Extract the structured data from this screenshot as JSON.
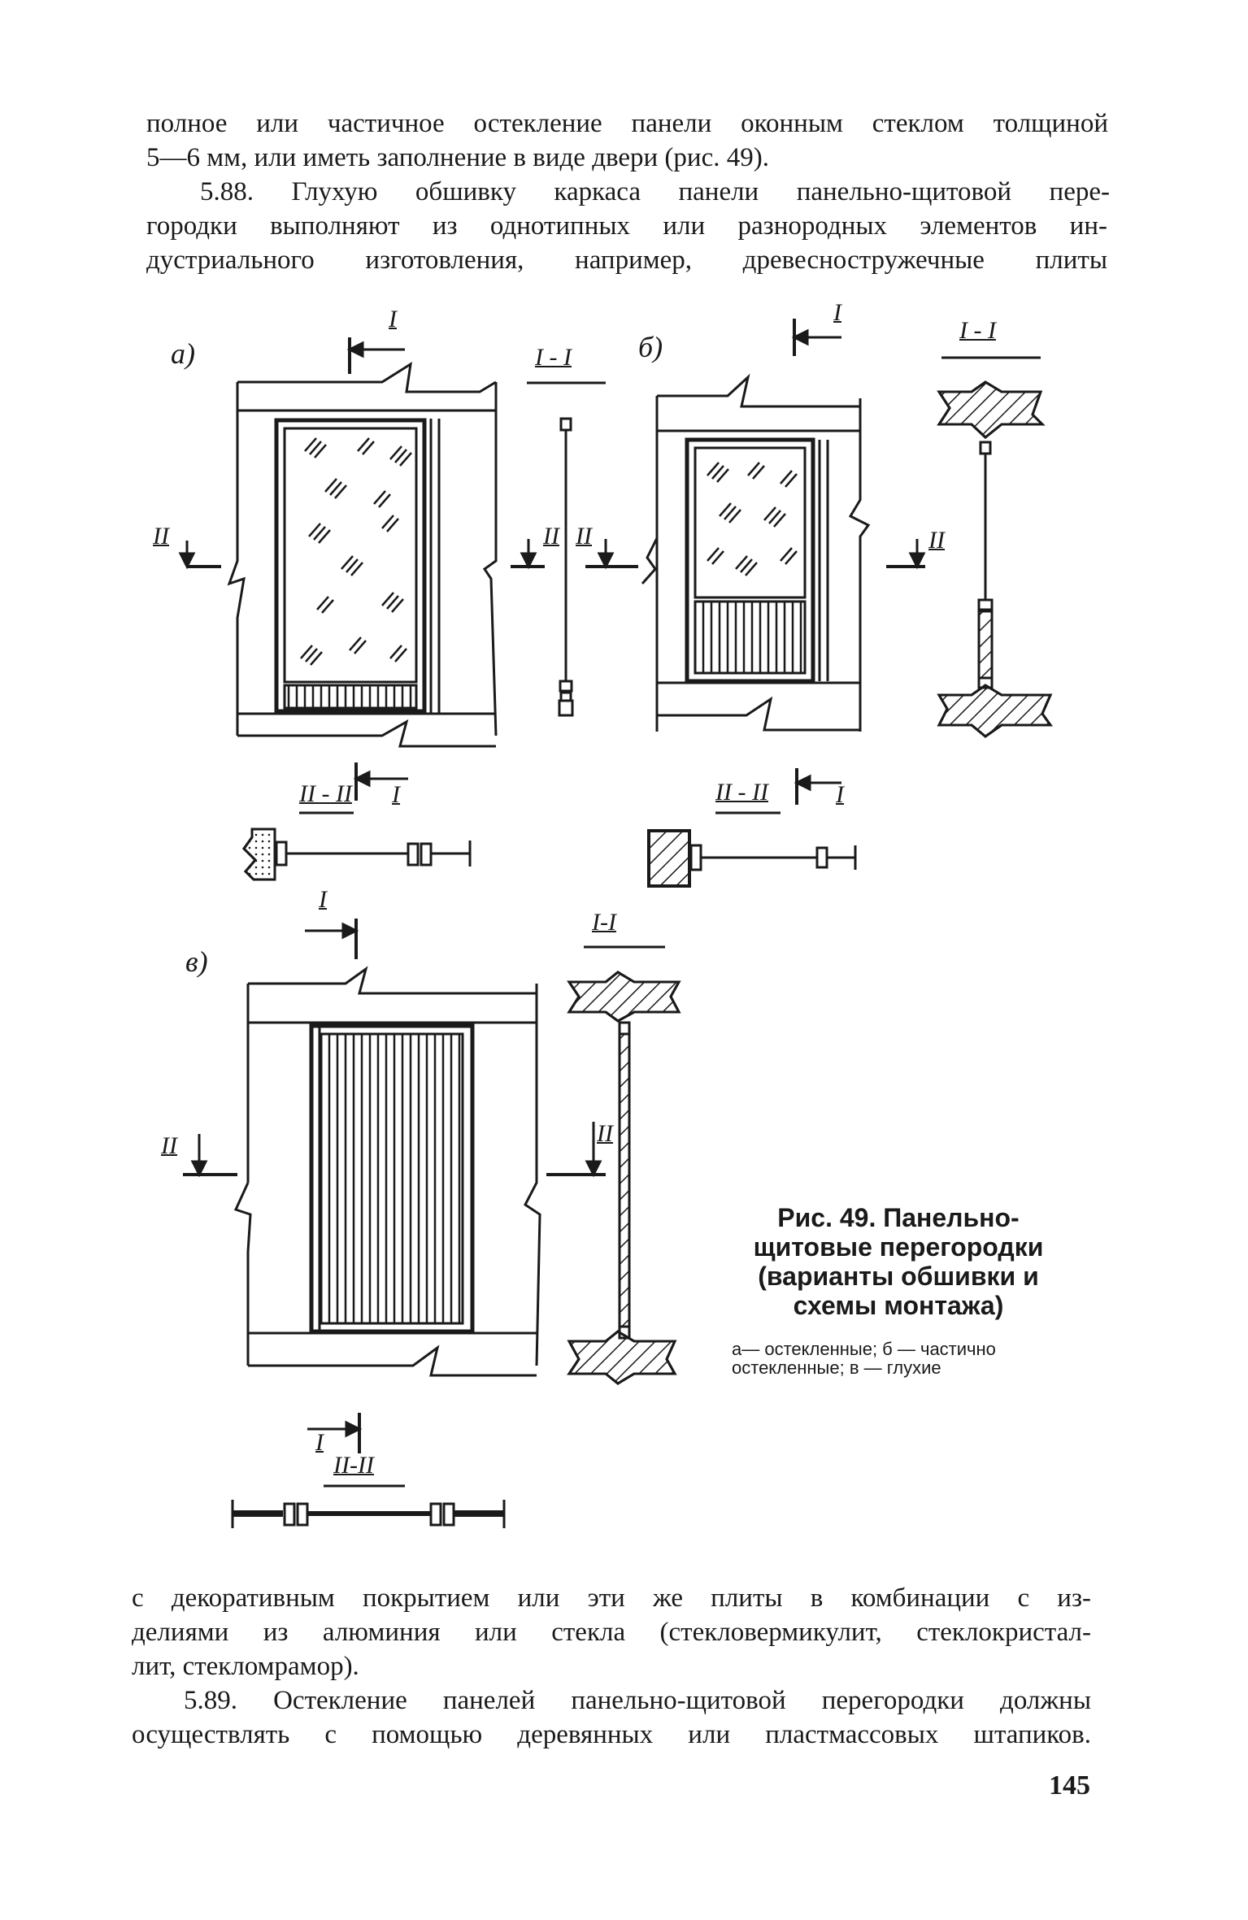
{
  "text_top": [
    "полное или частичное остекление панели оконным стеклом толщиной",
    "5—6 мм, или иметь заполнение в виде двери (рис. 49).",
    "5.88. Глухую обшивку каркаса панели панельно-щитовой пере-",
    "городки выполняют из однотипных или разнородных элементов ин-",
    "дустриального изготовления, например, древесностружечные плиты"
  ],
  "figure": {
    "variant_a": "а)",
    "variant_b": "б)",
    "variant_c": "в)",
    "mark_I": "I",
    "mark_II": "II",
    "section_I": "I - I",
    "section_II": "II - II",
    "section_I_c": "I-I",
    "section_II_c": "II-II"
  },
  "caption": {
    "title": "Рис. 49. Панельно-щитовые перегородки (варианты обшивки и схемы монтажа)",
    "legend": "а— остекленные; б — частично остекленные; в — глухие"
  },
  "text_bottom": [
    "с декоративным покрытием или эти же плиты в комбинации с из-",
    "делиями из алюминия или стекла (стекловермикулит, стеклокристал-",
    "лит, стекломрамор).",
    "5.89. Остекление панелей панельно-щитовой перегородки должны",
    "осуществлять с помощью деревянных или пластмассовых штапиков."
  ],
  "page_number": "145"
}
